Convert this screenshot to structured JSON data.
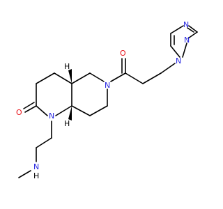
{
  "molecule": {
    "colors": {
      "carbon_bond": "#000000",
      "nitrogen": "#2424e0",
      "oxygen": "#e8121a",
      "hydrogen": "#000000",
      "background": "#ffffff"
    },
    "atom_labels": {
      "carbonyl_o_lactam": "O",
      "carbonyl_o_amide": "O",
      "n1_lactam": "N",
      "n6_piperidine": "N",
      "n_amine": "N",
      "n_amine_h": "H",
      "triazole_n1": "N",
      "triazole_n2": "N",
      "triazole_n4": "N",
      "stereo_h_top": "H",
      "stereo_h_bottom": "H"
    }
  }
}
